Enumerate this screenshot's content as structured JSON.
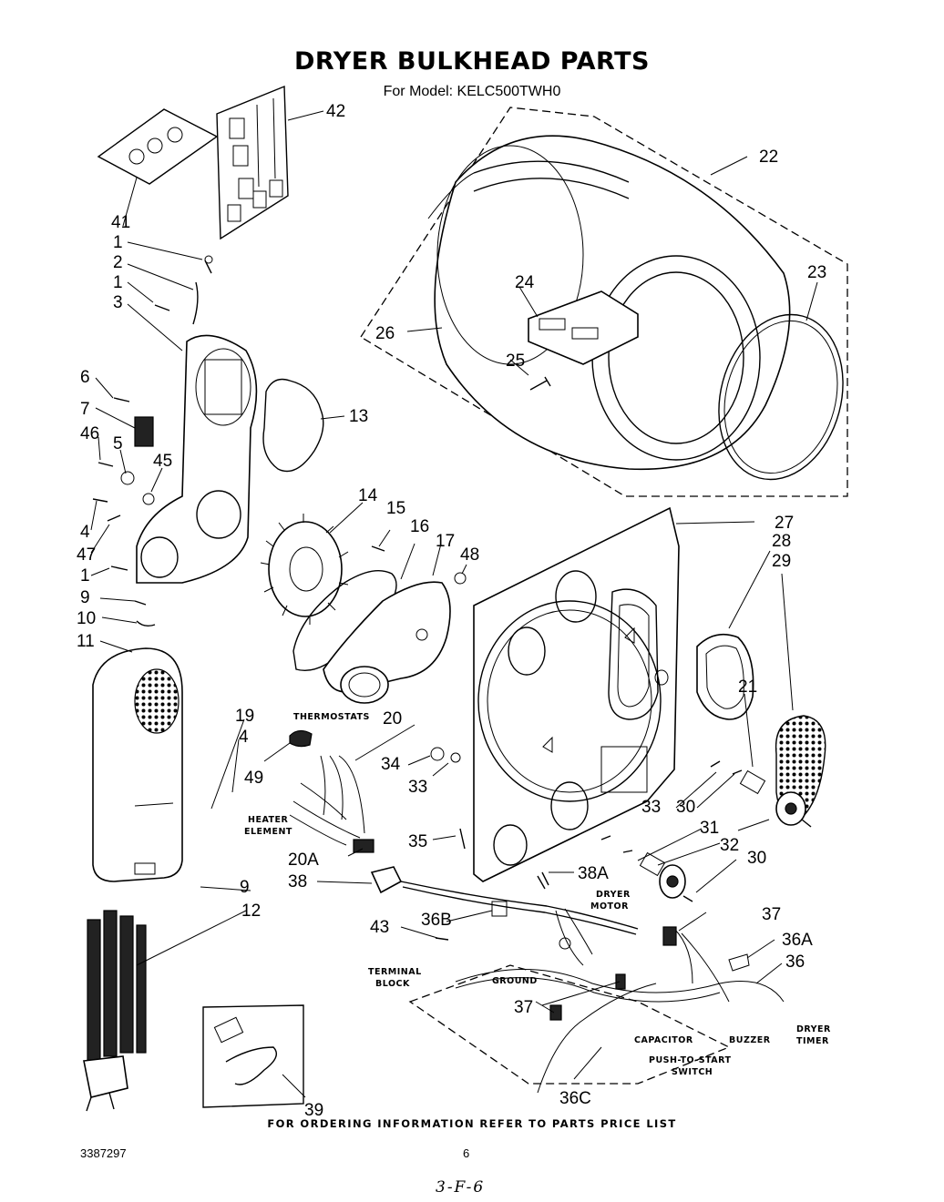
{
  "header": {
    "title": "DRYER BULKHEAD PARTS",
    "subtitle": "For Model: KELC500TWH0"
  },
  "callouts": {
    "n1a": "1",
    "n1b": "1",
    "n1c": "1",
    "n2": "2",
    "n3": "3",
    "n4a": "4",
    "n4b": "4",
    "n5": "5",
    "n6": "6",
    "n7": "7",
    "n9a": "9",
    "n9b": "9",
    "n10": "10",
    "n11": "11",
    "n12": "12",
    "n13": "13",
    "n14": "14",
    "n15": "15",
    "n16": "16",
    "n17": "17",
    "n19": "19",
    "n20": "20",
    "n20a": "20A",
    "n21": "21",
    "n22": "22",
    "n23": "23",
    "n24": "24",
    "n25": "25",
    "n26": "26",
    "n27": "27",
    "n28": "28",
    "n29": "29",
    "n30a": "30",
    "n30b": "30",
    "n31": "31",
    "n32": "32",
    "n33a": "33",
    "n33b": "33",
    "n34": "34",
    "n35": "35",
    "n36": "36",
    "n36a": "36A",
    "n36b": "36B",
    "n36c": "36C",
    "n37a": "37",
    "n37b": "37",
    "n38": "38",
    "n38a": "38A",
    "n39": "39",
    "n41": "41",
    "n42": "42",
    "n43": "43",
    "n45": "45",
    "n46": "46",
    "n47": "47",
    "n48": "48",
    "n49": "49"
  },
  "captions": {
    "thermostats": "THERMOSTATS",
    "heater_element": [
      "HEATER",
      "ELEMENT"
    ],
    "dryer_motor": [
      "DRYER",
      "MOTOR"
    ],
    "terminal_block": [
      "TERMINAL",
      "BLOCK"
    ],
    "ground": "GROUND",
    "capacitor": "CAPACITOR",
    "buzzer": "BUZZER",
    "dryer_timer": [
      "DRYER",
      "TIMER"
    ],
    "push_to_start": [
      "PUSH-TO-START",
      "SWITCH"
    ]
  },
  "footer": {
    "ordering_note": "FOR ORDERING INFORMATION REFER TO PARTS PRICE LIST",
    "document_number": "3387297",
    "page_number": "6",
    "handwritten_note": "3-F-6"
  }
}
